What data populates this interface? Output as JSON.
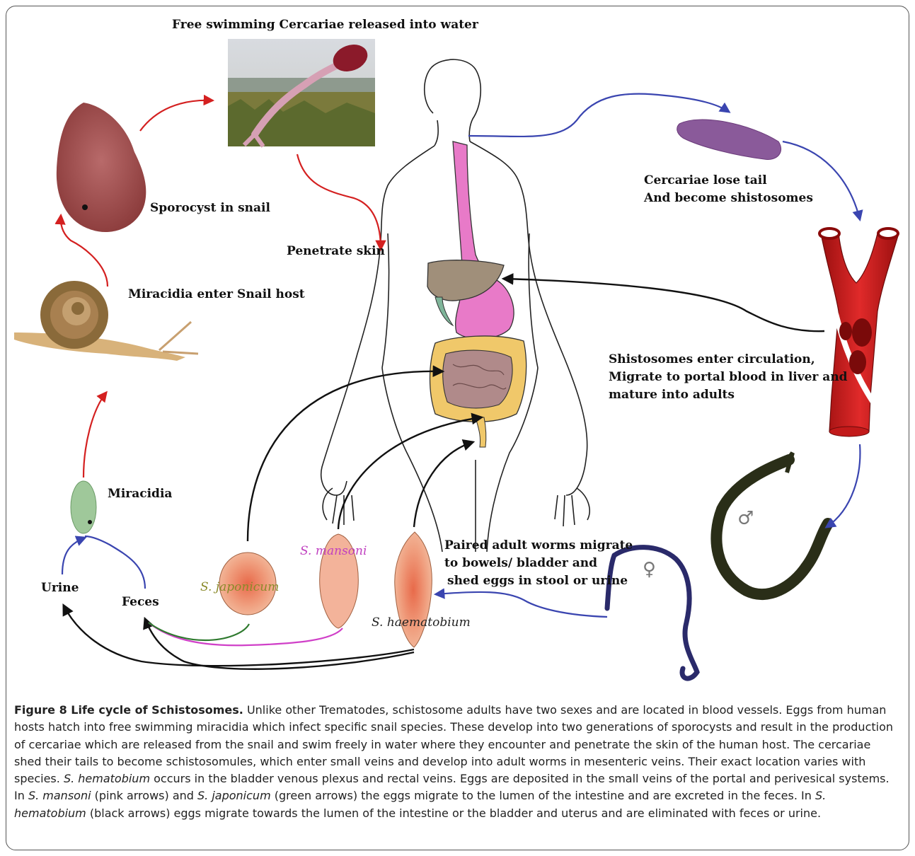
{
  "labels": {
    "cercariae_released": "Free swimming Cercariae released into water",
    "sporocyst": "Sporocyst in snail",
    "penetrate": "Penetrate skin",
    "miracidia_enter": "Miracidia enter Snail host",
    "miracidia": "Miracidia",
    "urine": "Urine",
    "feces": "Feces",
    "lose_tail_1": "Cercariae lose tail",
    "lose_tail_2": "And become shistosomes",
    "circ_1": "Shistosomes enter circulation,",
    "circ_2": "Migrate to portal blood in liver and",
    "circ_3": "mature into adults",
    "paired_1": "Paired adult worms migrate",
    "paired_2": "to bowels/ bladder and",
    "paired_3": "shed eggs in stool or urine",
    "s_japonicum": "S. japonicum",
    "s_mansoni": "S. mansoni",
    "s_haematobium": "S. haematobium",
    "male_symbol": "♂",
    "female_symbol": "♀"
  },
  "caption": {
    "figure_title": "Figure 8 Life cycle of Schistosomes.",
    "s1": " Unlike other Trematodes, schistosome adults have two sexes and are located in blood vessels. Eggs from human hosts hatch into free swimming miracidia which infect specific snail species. These develop into two generations of sporocysts and result in the production of cercariae which are released from the snail and swim freely in water where they encounter and penetrate the skin of the human host. The cercariae shed their tails to become schistosomules, which enter small veins and develop into adult worms in mesenteric veins. Their exact location varies with species. ",
    "i1": "S. hematobium",
    "s2": " occurs in the bladder venous plexus and rectal veins. Eggs are deposited in the small veins of the portal and perivesical systems. In ",
    "i2": "S. mansoni",
    "s3": " (pink arrows) and ",
    "i3": "S. japonicum",
    "s4": " (green arrows) the eggs migrate to the lumen of the intestine and are excreted in the feces. In ",
    "i4": "S. hematobium",
    "s5": " (black arrows) eggs migrate towards the lumen of the intestine or the bladder and uterus and are eliminated with feces or urine."
  },
  "colors": {
    "red_arrow": "#d42020",
    "blue_arrow": "#3a45b0",
    "black_arrow": "#111111",
    "pink_arrow": "#d040c8",
    "green_arrow": "#2f7a2f",
    "japonicum_label": "#8a8a2a",
    "mansoni_label": "#c040c0"
  }
}
